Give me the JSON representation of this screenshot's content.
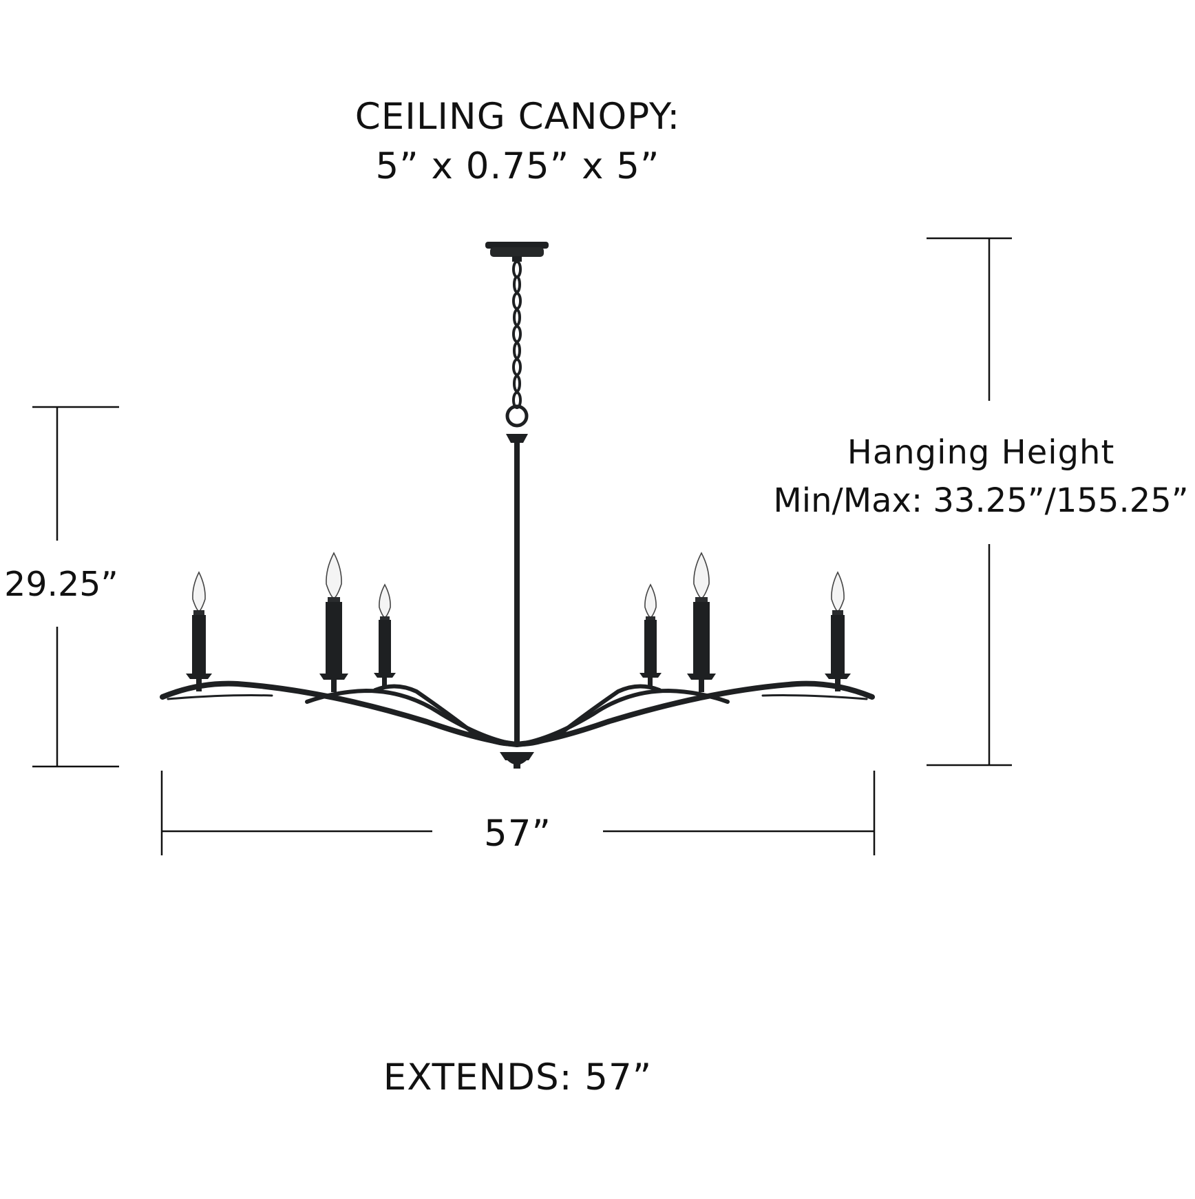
{
  "canopy": {
    "title": "CEILING CANOPY:",
    "size": "5” x 0.75” x 5”"
  },
  "hanging_height": {
    "label": "Hanging Height",
    "value": "Min/Max: 33.25”/155.25”"
  },
  "fixture_height": "29.25”",
  "fixture_width": "57”",
  "extends": "EXTENDS: 57”",
  "colors": {
    "ink": "#111111",
    "fixture": "#1e2022",
    "bulb": "#f4f4f4",
    "background": "#ffffff"
  },
  "icons": [
    "chandelier-icon",
    "candle-bulb-icon",
    "chain-icon",
    "canopy-icon"
  ]
}
